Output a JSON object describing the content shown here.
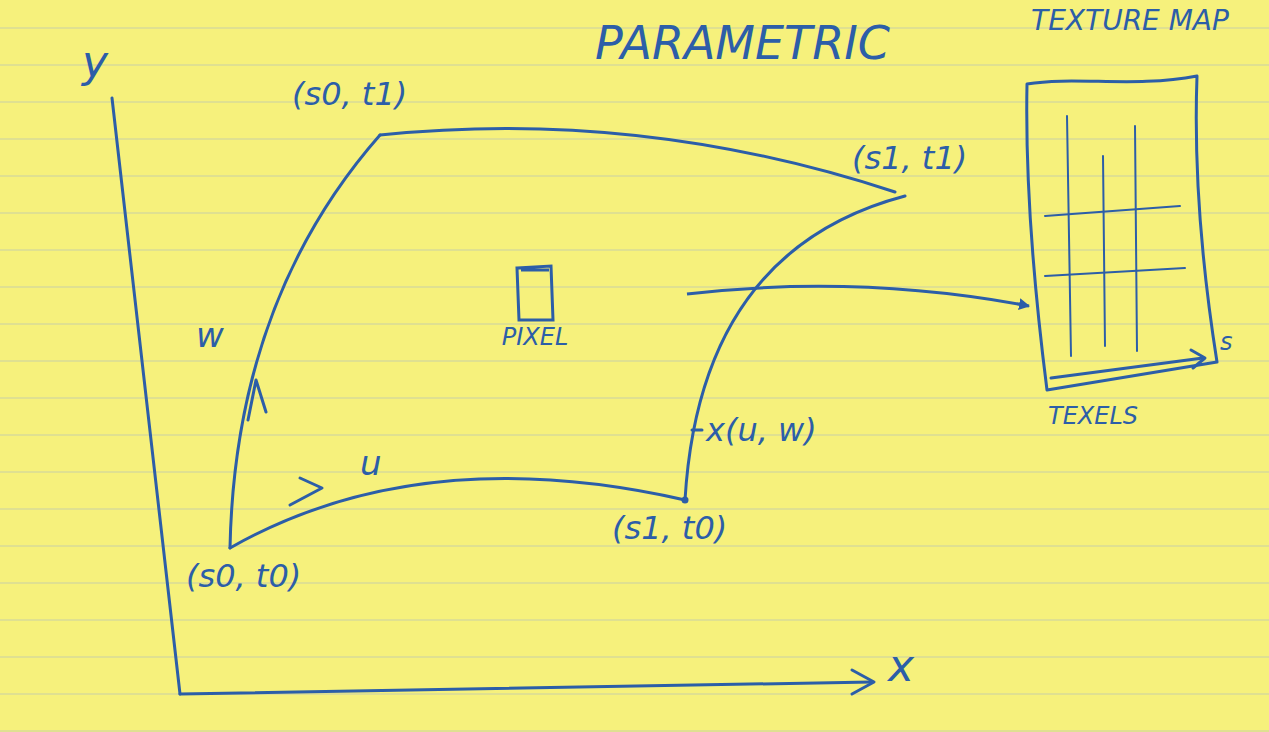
{
  "diagram": {
    "title": "PARAMETRIC",
    "nodes": [
      {
        "text": [
          "PIXEL"
        ]
      },
      {
        "text": [
          "TEXTURE MAP"
        ]
      }
    ],
    "edges": [
      {
        "from": 0,
        "to": 1,
        "arrow": "to"
      }
    ],
    "labels": [
      "y",
      "(s0, t1)",
      "(s1, t1)",
      "w",
      "(s0, t0)",
      "u",
      "x(u, w)",
      "(s1, t0)",
      "x",
      "TEXELS",
      "s"
    ]
  }
}
